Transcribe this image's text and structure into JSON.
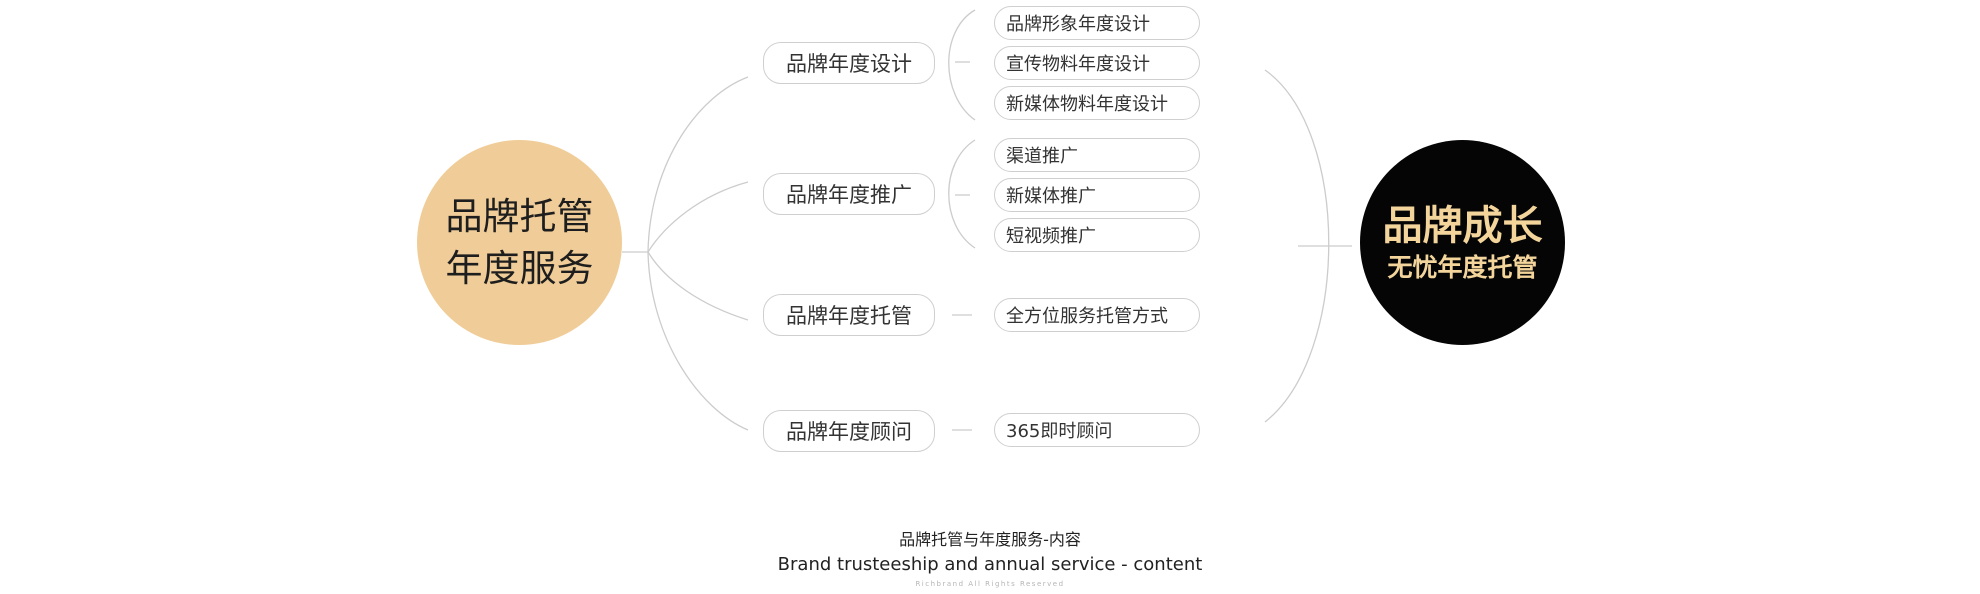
{
  "source": {
    "line1": "品牌托管",
    "line2": "年度服务"
  },
  "target": {
    "line1": "品牌成长",
    "line2": "无忧年度托管"
  },
  "branches": [
    {
      "label": "品牌年度设计",
      "items": [
        "品牌形象年度设计",
        "宣传物料年度设计",
        "新媒体物料年度设计"
      ]
    },
    {
      "label": "品牌年度推广",
      "items": [
        "渠道推广",
        "新媒体推广",
        "短视频推广"
      ]
    },
    {
      "label": "品牌年度托管",
      "items": [
        "全方位服务托管方式"
      ]
    },
    {
      "label": "品牌年度顾问",
      "items": [
        "365即时顾问"
      ]
    }
  ],
  "caption": {
    "zh": "品牌托管与年度服务-内容",
    "en": "Brand trusteeship and annual service - content",
    "copyright": "Richbrand All Rights Reserved"
  },
  "colors": {
    "source_fill": "#f0cd98",
    "target_fill": "#050505",
    "target_text": "#f3d59c",
    "connector": "#cccccc"
  }
}
